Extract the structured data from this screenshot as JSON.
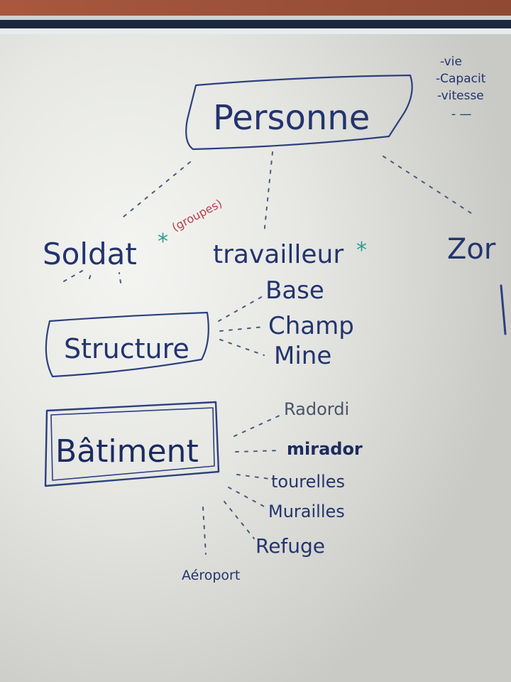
{
  "board": {
    "attributes": [
      "-vie",
      "-Capacit",
      "-vitesse",
      "- —"
    ],
    "root": "Personne",
    "level1": {
      "soldat": "Soldat",
      "soldat_note": "(groupes)",
      "travailleur": "travailleur",
      "zone": "Zor",
      "star": "*"
    },
    "structure": {
      "label": "Structure",
      "items": [
        "Base",
        "Champ",
        "Mine"
      ]
    },
    "batiment": {
      "label": "Bâtiment",
      "items": [
        "Radordi",
        "mirador",
        "tourelles",
        "Murailles",
        "Refuge"
      ],
      "extra": "Aéroport"
    }
  },
  "colors": {
    "ink_blue": "#23346e",
    "ink_red": "#c0394a",
    "ink_teal": "#2a9d8f",
    "wall": "#a4533a",
    "frame": "#1d2740"
  }
}
